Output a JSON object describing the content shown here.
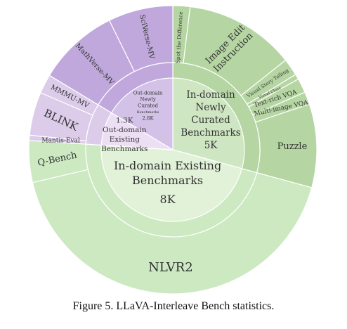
{
  "caption": "Figure 5. LLaVA-Interleave Bench statistics.",
  "chart_data": {
    "type": "pie",
    "title": "",
    "colors": {
      "in_existing": "#cce9c2",
      "in_existing_inner": "#e2f2d9",
      "in_curated": "#b5d6a2",
      "in_curated_inner": "#cfe6c3",
      "out_existing": "#dcccea",
      "out_existing_inner": "#ecdff4",
      "out_curated": "#c0a8dc",
      "out_curated_inner": "#d3c1e7",
      "text": "#333333"
    },
    "inner": [
      {
        "key": "in_curated",
        "lines": [
          "In-domain",
          "Newly",
          "Curated",
          "Benchmarks"
        ],
        "count": "5K",
        "value": 5,
        "group": "in-domain-curated"
      },
      {
        "key": "in_existing",
        "lines": [
          "In-domain Existing",
          "Benchmarks"
        ],
        "count": "8K",
        "value": 8,
        "group": "in-domain-existing"
      },
      {
        "key": "out_existing",
        "lines": [
          "Out-domain",
          "Existing",
          "Benchmarks"
        ],
        "count": "1.3K",
        "value": 1.3,
        "group": "out-domain-existing"
      },
      {
        "key": "out_curated",
        "lines": [
          "Out-domain",
          "Newly",
          "Curated",
          "Benchmarks"
        ],
        "count": "2.8K",
        "value": 2.8,
        "group": "out-domain-curated"
      }
    ],
    "outer": [
      {
        "label": "Spot the Difference",
        "value": 0.33,
        "group": "in_curated"
      },
      {
        "label": "Image Edit Instruction",
        "value": 2.12,
        "group": "in_curated"
      },
      {
        "label": "Visual Story Telling",
        "value": 0.33,
        "group": "in_curated"
      },
      {
        "label": "Visual Cloze",
        "value": 0.1,
        "group": "in_curated"
      },
      {
        "label": "Text-rich VQA",
        "value": 0.28,
        "group": "in_curated"
      },
      {
        "label": "Multi-image VQA",
        "value": 0.24,
        "group": "in_curated"
      },
      {
        "label": "Puzzle",
        "value": 1.6,
        "group": "in_curated"
      },
      {
        "label": "NLVR2",
        "value": 7.2,
        "group": "in_existing"
      },
      {
        "label": "Q-Bench",
        "value": 0.8,
        "group": "in_existing"
      },
      {
        "label": "Mantis-Eval",
        "value": 0.23,
        "group": "out_existing"
      },
      {
        "label": "BLINK",
        "value": 1.9,
        "group": "out_existing"
      },
      {
        "label": "MMMU-MV",
        "value": 0.84,
        "group": "out_existing"
      },
      {
        "label": "MathVerse-MV",
        "value": 0.79,
        "group": "out_curated"
      },
      {
        "label": "SciVerse-MV",
        "value": 0.63,
        "group": "out_curated"
      }
    ]
  }
}
